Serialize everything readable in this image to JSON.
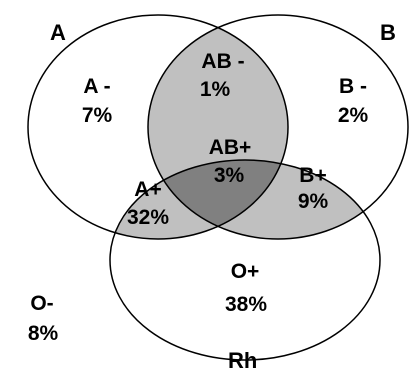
{
  "diagram": {
    "sets": [
      {
        "id": "A",
        "label": "A"
      },
      {
        "id": "B",
        "label": "B"
      },
      {
        "id": "Rh",
        "label": "Rh"
      }
    ],
    "regions": {
      "a_only": {
        "type": "A -",
        "pct": "7%"
      },
      "b_only": {
        "type": "B -",
        "pct": "2%"
      },
      "ab_neg": {
        "type": "AB -",
        "pct": "1%"
      },
      "ab_pos": {
        "type": "AB+",
        "pct": "3%"
      },
      "a_pos": {
        "type": "A+",
        "pct": "32%"
      },
      "b_pos": {
        "type": "B+",
        "pct": "9%"
      },
      "o_pos": {
        "type": "O+",
        "pct": "38%"
      },
      "o_neg": {
        "type": "O-",
        "pct": "8%"
      }
    },
    "colors": {
      "pair_overlap": "#c0c0c0",
      "triple_overlap": "#808080",
      "outline": "#000000",
      "background": "#ffffff"
    }
  }
}
